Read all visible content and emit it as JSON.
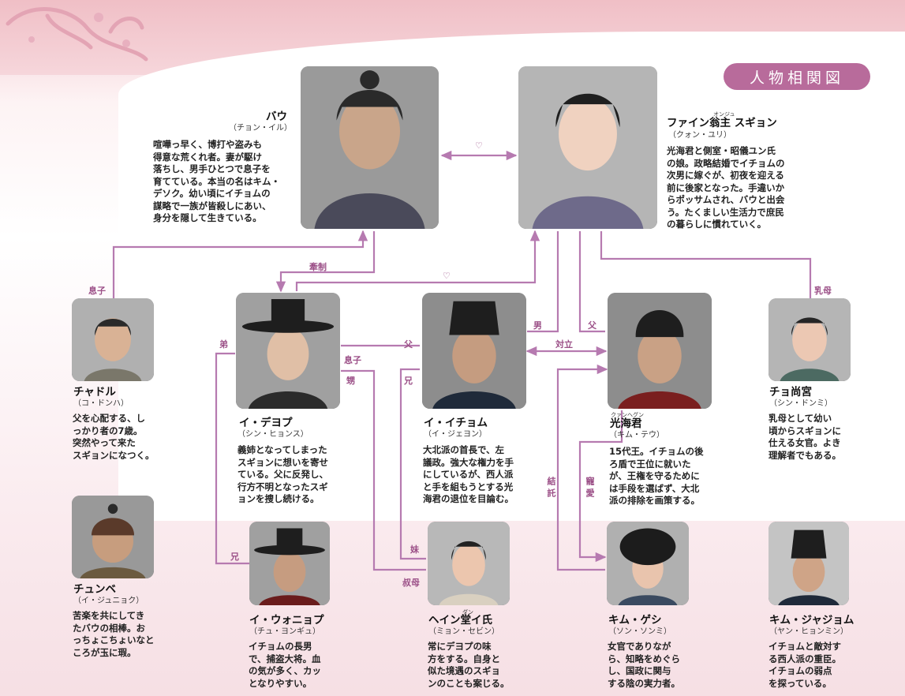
{
  "title": "人物相関図",
  "colors": {
    "accent": "#9b4f87",
    "badge": "#b86b9b",
    "line": "#b67ab0"
  },
  "heart_symbol": "♡",
  "characters": {
    "bau": {
      "name": "バウ",
      "actor": "（チョン・イル）",
      "desc": "喧嘩っ早く、博打や盗みも\n得意な荒くれ者。妻が駆け\n落ちし、男手ひとつで息子を\n育てている。本当の名はキム・\nデソク。幼い頃にイチョムの\n謀略で一族が皆殺しにあい、\n身分を隠して生きている。"
    },
    "sugyon": {
      "name": "ファイン翁主 スギョン",
      "ruby": "オンジュ",
      "actor": "（クォン・ユリ）",
      "desc": "光海君と側室・昭儀ユン氏\nの娘。政略結婚でイチョムの\n次男に嫁ぐが、初夜を迎える\n前に後家となった。手違いか\nらポッサムされ、バウと出会\nう。たくましい生活力で庶民\nの暮らしに慣れていく。"
    },
    "chadol": {
      "name": "チャドル",
      "actor": "（コ・ドンハ）",
      "desc": "父を心配する、し\nっかり者の7歳。\n突然やって来た\nスギョンになつく。"
    },
    "deyop": {
      "name": "イ・デヨプ",
      "actor": "（シン・ヒョンス）",
      "desc": "義姉となってしまった\nスギョンに想いを寄せ\nている。父に反発し、\n行方不明となったスギ\nョンを捜し続ける。"
    },
    "ichom": {
      "name": "イ・イチョム",
      "actor": "（イ・ジェヨン）",
      "desc": "大北派の首長で、左\n議政。強大な権力を手\nにしているが、西人派\nと手を組もうとする光\n海君の退位を目論む。"
    },
    "kwanghae": {
      "name": "光海君",
      "ruby": "クァンヘグン",
      "actor": "（キム・テウ）",
      "desc": "15代王。イチョムの後\nろ盾で王位に就いた\nが、王権を守るために\nは手段を選ばず、大北\n派の排除を画策する。"
    },
    "cho": {
      "name": "チョ尚宮",
      "actor": "（シン・ドンミ）",
      "desc": "乳母として幼い\n頃からスギョンに\n仕える女官。よき\n理解者でもある。"
    },
    "chunbe": {
      "name": "チュンベ",
      "actor": "（イ・ジュニョク）",
      "desc": "苦楽を共にしてき\nたバウの相棒。お\nっちょこちょいなと\nころが玉に瑕。"
    },
    "wonyop": {
      "name": "イ・ウォニョプ",
      "actor": "（チュ・ヨンギュ）",
      "desc": "イチョムの長男\nで、捕盗大将。血\nの気が多く、カッ\nとなりやすい。"
    },
    "hein": {
      "name": "ヘイン堂イ氏",
      "ruby": "ダン",
      "actor": "（ミョン・セビン）",
      "desc": "常にデヨプの味\n方をする。自身と\n似た境遇のスギョ\nンのことも案じる。"
    },
    "gesi": {
      "name": "キム・ゲシ",
      "actor": "（ソン・ソンミ）",
      "desc": "女官でありなが\nら、知略をめぐら\nし、国政に関与\nする陰の実力者。"
    },
    "jajom": {
      "name": "キム・ジャジョム",
      "actor": "（ヤン・ヒョンミン）",
      "desc": "イチョムと敵対す\nる西人派の重臣。\nイチョムの弱点\nを探っている。"
    }
  },
  "relations": {
    "son": "息子",
    "restrain": "牽制",
    "nanny": "乳母",
    "younger_brother": "弟",
    "father1": "父",
    "son2": "息子",
    "nephew": "甥",
    "older_brother1": "兄",
    "husband": "男",
    "father2": "父",
    "rivalry": "対立",
    "alliance": "結託",
    "favor": "寵愛",
    "younger_sister": "妹",
    "aunt": "叔母",
    "older_brother2": "兄"
  }
}
